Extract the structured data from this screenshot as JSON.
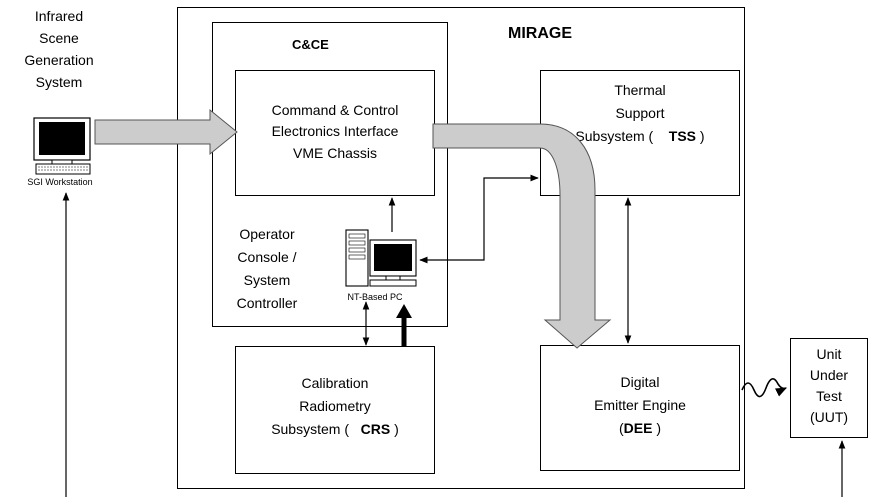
{
  "mirage": {
    "title": "MIRAGE"
  },
  "cce": {
    "title": "C&CE",
    "interface_lines": [
      "Command & Control",
      "Electronics Interface",
      "VME Chassis"
    ],
    "operator_lines": [
      "Operator",
      "Console /",
      "System",
      "Controller"
    ],
    "pc_label": "NT-Based PC"
  },
  "infrared": {
    "lines": [
      "Infrared",
      "Scene",
      "Generation",
      "System"
    ],
    "workstation_label": "SGI Workstation"
  },
  "tss": {
    "lines": [
      "Thermal",
      "Support",
      "Subsystem ("
    ],
    "abbr": "TSS",
    "close": ")"
  },
  "crs": {
    "lines": [
      "Calibration",
      "Radiometry",
      "Subsystem ("
    ],
    "abbr": "CRS",
    "close": ")"
  },
  "dee": {
    "lines": [
      "Digital",
      "Emitter Engine",
      "("
    ],
    "abbr": "DEE",
    "close": ")"
  },
  "uut": {
    "lines": [
      "Unit",
      "Under",
      "Test",
      "(UUT)"
    ]
  },
  "colors": {
    "pipe_fill": "#cccccc",
    "pipe_stroke": "#555555",
    "line": "#000000",
    "screen": "#000000"
  }
}
